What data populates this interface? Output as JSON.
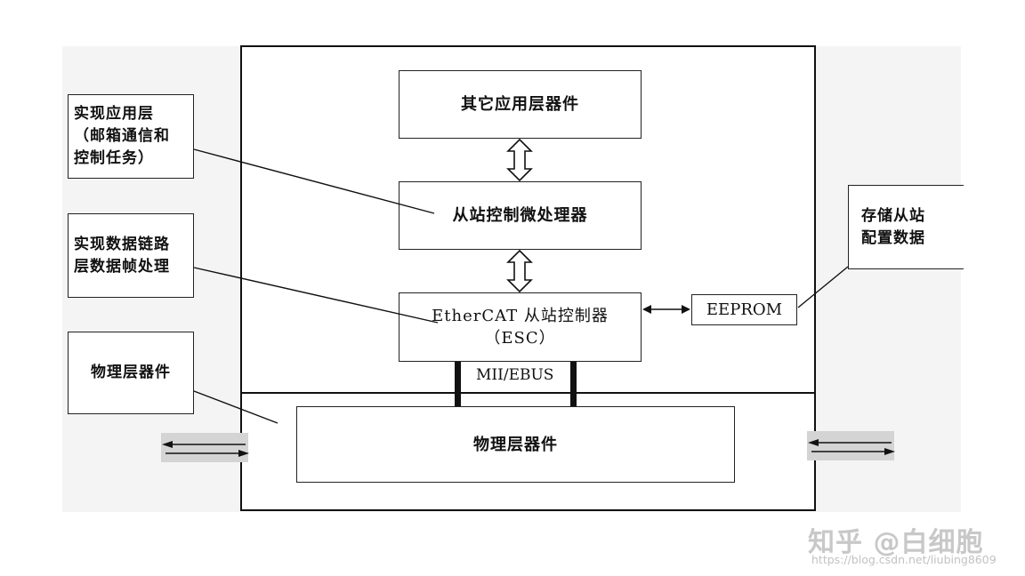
{
  "diagram": {
    "outer_frame_label": "",
    "blocks": {
      "other_app": "其它应用层器件",
      "mcu": "从站控制微处理器",
      "esc_line1": "EtherCAT 从站控制器",
      "esc_line2": "（ESC）",
      "eeprom": "EEPROM",
      "phy": "物理层器件",
      "bus": "MII/EBUS"
    },
    "notes": {
      "app_line1": "实现应用层",
      "app_line2": "（邮箱通信和",
      "app_line3": "控制任务）",
      "dl_line1": "实现数据链路",
      "dl_line2": "层数据帧处理",
      "phy": "物理层器件",
      "storage_line1": "存储从站",
      "storage_line2": "配置数据"
    }
  },
  "watermark": {
    "text": "知乎 @白细胞",
    "url": "https://blog.csdn.net/liubing8609"
  }
}
